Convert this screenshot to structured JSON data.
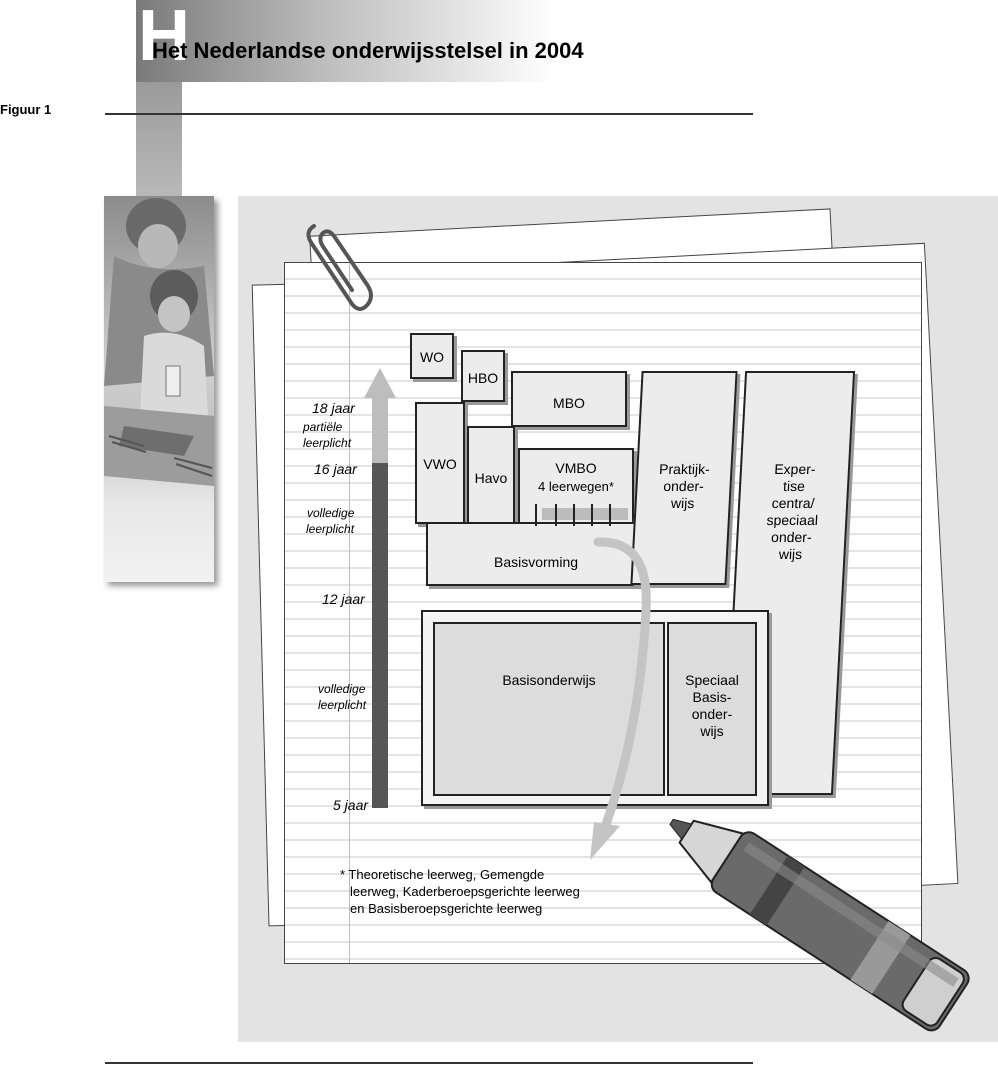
{
  "header": {
    "letter": "H",
    "title": "Het Nederlandse onderwijsstelsel in 2004",
    "figure_label": "Figuur 1"
  },
  "diagram": {
    "ages": {
      "a18": "18 jaar",
      "partial1": "partiële",
      "partial2": "leerplicht",
      "a16": "16 jaar",
      "full1a": "volledige",
      "full1b": "leerplicht",
      "a12": "12 jaar",
      "full2a": "volledige",
      "full2b": "leerplicht",
      "a5": "5 jaar"
    },
    "boxes": {
      "wo": "WO",
      "hbo": "HBO",
      "mbo": "MBO",
      "vwo": "VWO",
      "havo": "Havo",
      "vmbo": "VMBO",
      "vmbo_sub": "4 leerwegen*",
      "praktijk": [
        "Praktijk-",
        "onder-",
        "wijs"
      ],
      "expertise": [
        "Exper-",
        "tise",
        "centra/",
        "speciaal",
        "onder-",
        "wijs"
      ],
      "basisvorming": "Basisvorming",
      "basisonderwijs": "Basisonderwijs",
      "speciaal": [
        "Speciaal",
        "Basis-",
        "onder-",
        "wijs"
      ]
    },
    "footnote": [
      "* Theoretische leerweg, Gemengde",
      "leerweg, Kaderberoepsgerichte leerweg",
      "en Basisberoepsgerichte leerweg"
    ]
  }
}
